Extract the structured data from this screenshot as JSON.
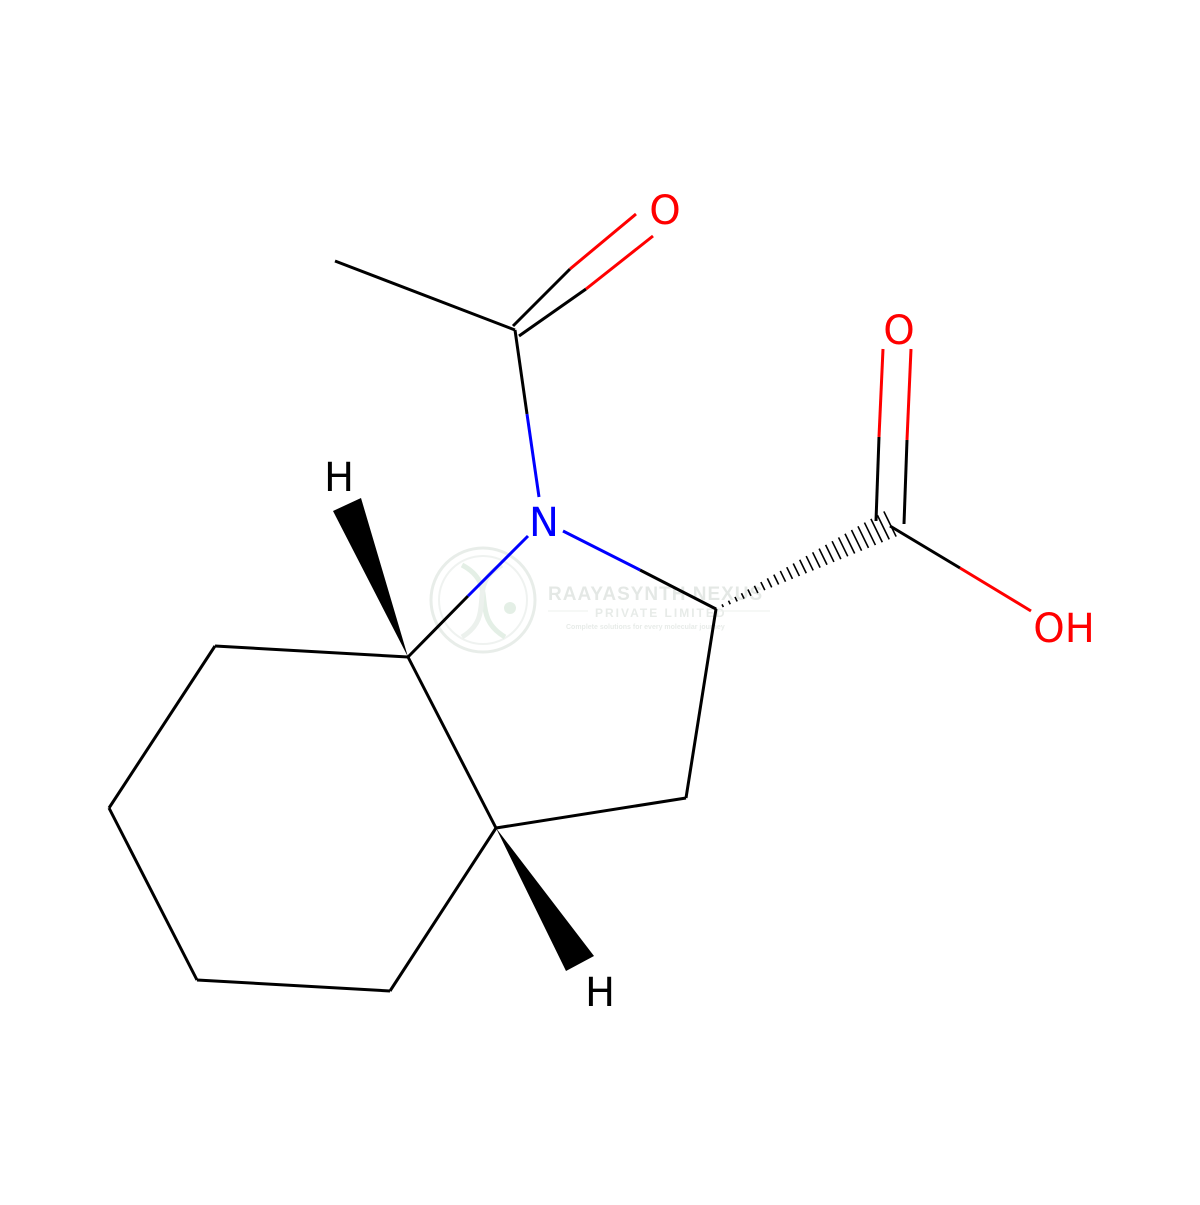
{
  "colors": {
    "bond": "#000000",
    "nitrogen": "#0000ff",
    "oxygen": "#ff0000",
    "hydrogen": "#000000",
    "background": "#ffffff",
    "watermark": "#c8d6cc"
  },
  "atoms": {
    "ketone_oxygen": "O",
    "acid_carbonyl_oxygen": "O",
    "hydroxyl": "OH",
    "nitrogen": "N",
    "hydrogen_upper": "H",
    "hydrogen_lower": "H"
  },
  "watermark": {
    "company": "RAAYASYNTH NEXUS",
    "subtitle": "PRIVATE LIMITED",
    "tagline": "Complete solutions for every molecular journey",
    "icon": "dna-helix-icon"
  }
}
